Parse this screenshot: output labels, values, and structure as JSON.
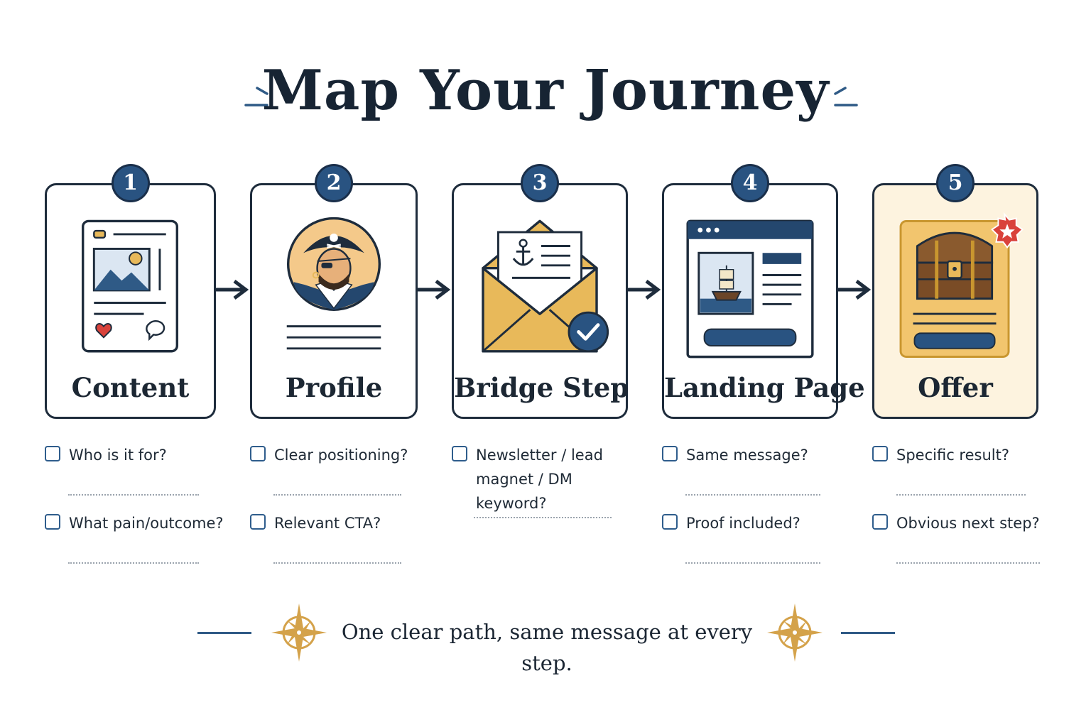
{
  "title": "Map Your Journey",
  "colors": {
    "navy": "#295381",
    "ink": "#1e2c3c",
    "gold": "#e8b95a",
    "cream": "#fdf3df",
    "red": "#d9423b"
  },
  "steps": [
    {
      "number": "1",
      "label": "Content",
      "icon": "social-post-icon"
    },
    {
      "number": "2",
      "label": "Profile",
      "icon": "pirate-avatar-icon"
    },
    {
      "number": "3",
      "label": "Bridge Step",
      "icon": "envelope-anchor-icon"
    },
    {
      "number": "4",
      "label": "Landing Page",
      "icon": "browser-ship-icon"
    },
    {
      "number": "5",
      "label": "Offer",
      "icon": "treasure-chest-icon"
    }
  ],
  "checklists": [
    [
      "Who is it for?",
      "What pain/outcome?"
    ],
    [
      "Clear positioning?",
      "Relevant CTA?"
    ],
    [
      "Newsletter / lead magnet / DM keyword?"
    ],
    [
      "Same message?",
      "Proof included?"
    ],
    [
      "Specific result?",
      "Obvious next step?"
    ]
  ],
  "footer": {
    "text": "One clear path, same message at every step.",
    "icon": "compass-rose-icon"
  }
}
